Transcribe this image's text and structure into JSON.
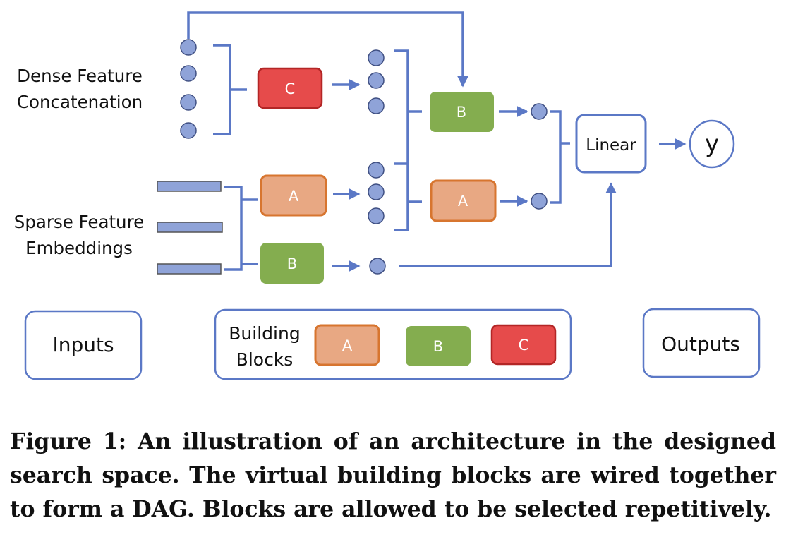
{
  "inputs": {
    "dense_label": [
      "Dense Feature",
      "Concatenation"
    ],
    "sparse_label": [
      "Sparse Feature",
      "Embeddings"
    ]
  },
  "blocks": {
    "c_top": "C",
    "a_mid": "A",
    "b_low": "B",
    "b_top_right": "B",
    "a_right": "A"
  },
  "linear_label": "Linear",
  "output_symbol": "y",
  "legend": {
    "inputs": "Inputs",
    "building_blocks": [
      "Building",
      "Blocks"
    ],
    "a": "A",
    "b": "B",
    "c": "C",
    "outputs": "Outputs"
  },
  "caption": "Figure 1: An illustration of an architecture in the designed search space. The virtual building blocks are wired together to form a DAG. Blocks are allowed to be selected repetitively.",
  "colors": {
    "wire": "#5b78c6",
    "node_fill": "#8fa3d8",
    "node_stroke": "#3f4f82",
    "block_a_fill": "#e8a883",
    "block_a_stroke": "#d7752f",
    "block_b_fill": "#84ad4f",
    "block_c_fill": "#e64b4b",
    "block_c_stroke": "#b32626",
    "frame": "#5b78c6"
  }
}
